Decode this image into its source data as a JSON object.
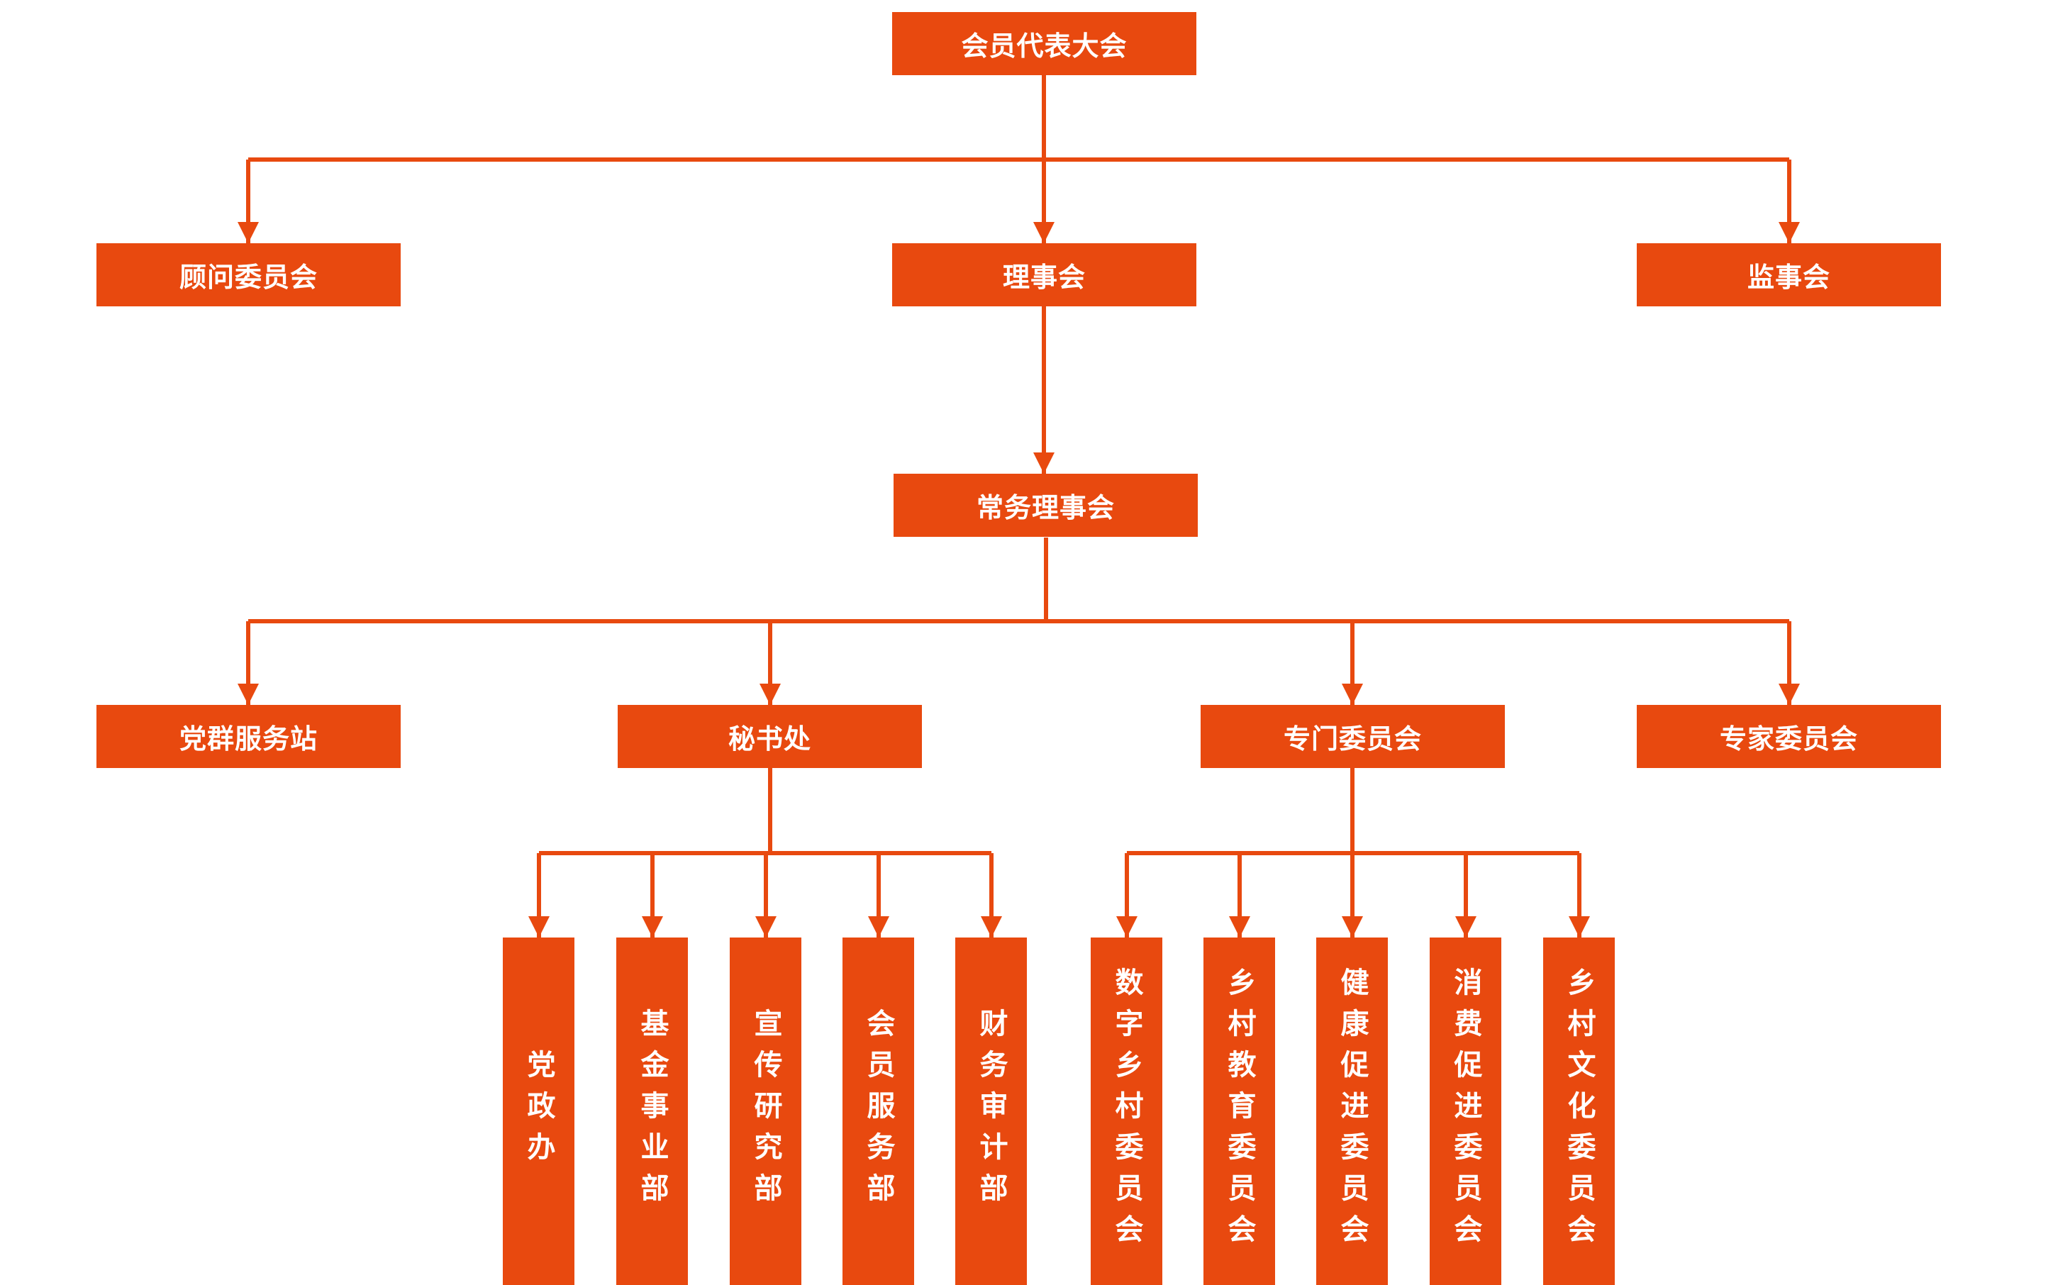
{
  "colors": {
    "accent": "#E8490F",
    "background": "#FFFFFF"
  },
  "level1": {
    "root": "会员代表大会"
  },
  "level2": {
    "advisory": "顾问委员会",
    "council": "理事会",
    "supervisory": "监事会"
  },
  "level3": {
    "standing": "常务理事会"
  },
  "level4": {
    "party_station": "党群服务站",
    "secretariat": "秘书处",
    "special_committees": "专门委员会",
    "expert_committee": "专家委员会"
  },
  "secretariat_units": [
    "党政办",
    "基金事业部",
    "宣传研究部",
    "会员服务部",
    "财务审计部"
  ],
  "special_committee_units": [
    "数字乡村委员会",
    "乡村教育委员会",
    "健康促进委员会",
    "消费促进委员会",
    "乡村文化委员会"
  ]
}
